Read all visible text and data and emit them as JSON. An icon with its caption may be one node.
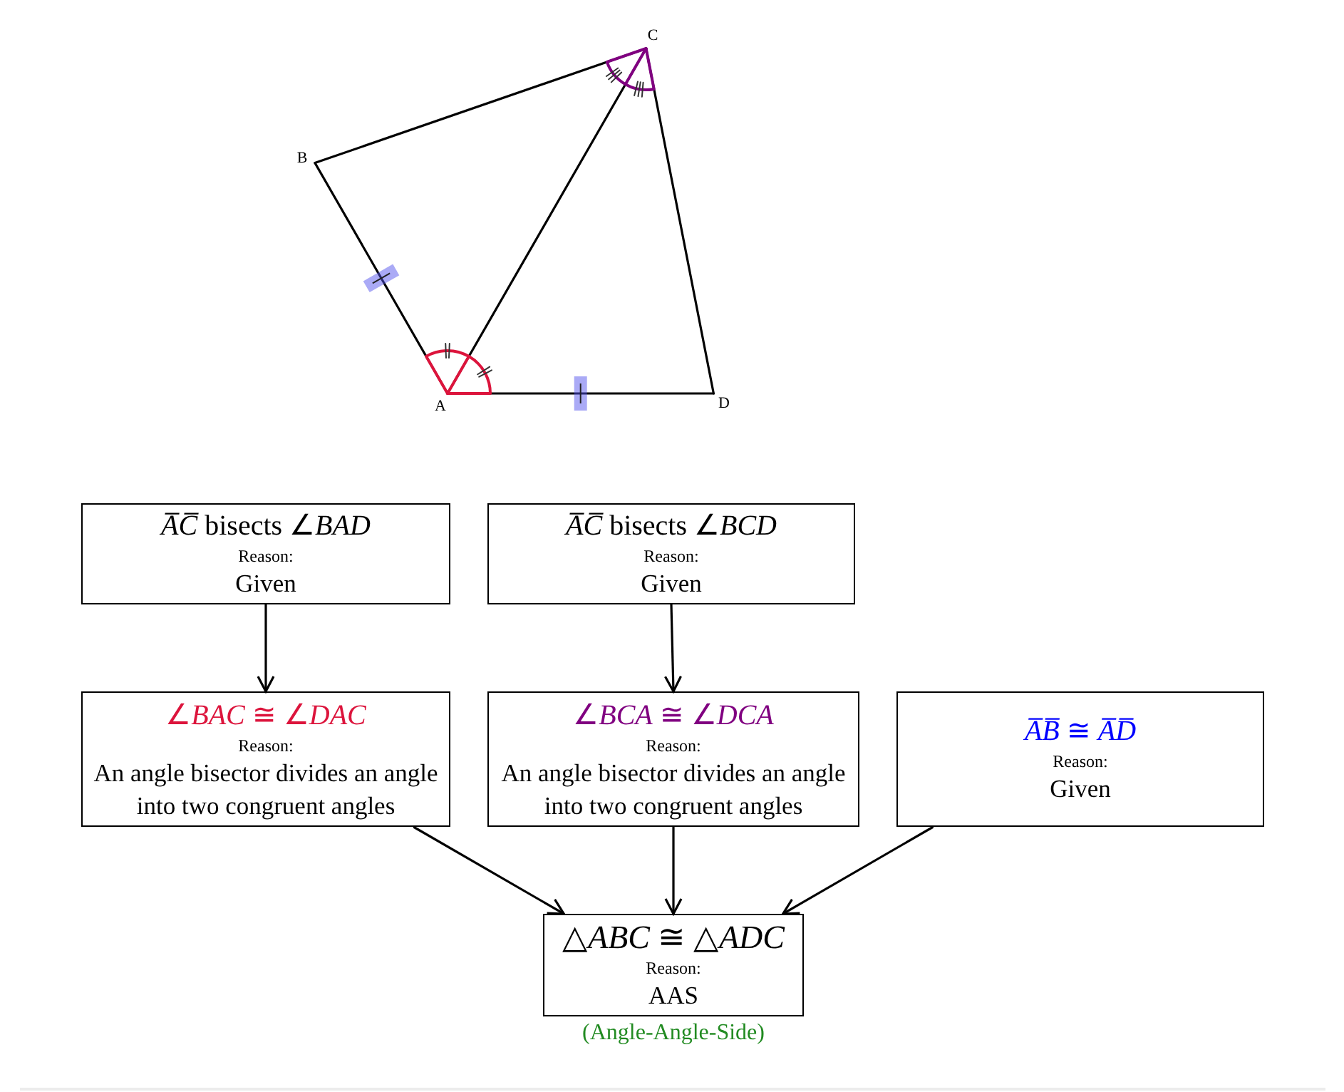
{
  "diagram": {
    "nodes": [
      {
        "text": [
          "*A̅C̅* bisects ∠*BAD*",
          "Reason:",
          "Given"
        ]
      },
      {
        "text": [
          "*A̅C̅* bisects ∠*BCD*",
          "Reason:",
          "Given"
        ]
      },
      {
        "text": [
          "∠*BAC* ≅ ∠*DAC*",
          "Reason:",
          "An angle bisector divides an angle into two congruent angles"
        ]
      },
      {
        "text": [
          "∠*BCA* ≅ ∠*DCA*",
          "Reason:",
          "An angle bisector divides an angle into two congruent angles"
        ]
      },
      {
        "text": [
          "*A̅B̅* ≅ *A̅D̅*",
          "Reason:",
          "Given"
        ]
      },
      {
        "text": [
          "△*ABC* ≅ △*ADC*",
          "Reason:",
          "AAS"
        ],
        "beside": [
          "(Angle-Angle-Side)"
        ]
      }
    ],
    "edges": [
      {
        "from": 0,
        "to": 2,
        "arrow": "to"
      },
      {
        "from": 1,
        "to": 3,
        "arrow": "to"
      },
      {
        "from": 2,
        "to": 5,
        "arrow": "to"
      },
      {
        "from": 3,
        "to": 5,
        "arrow": "to"
      },
      {
        "from": 4,
        "to": 5,
        "arrow": "to"
      }
    ],
    "labels": [
      "C",
      "B",
      "A",
      "D"
    ]
  }
}
